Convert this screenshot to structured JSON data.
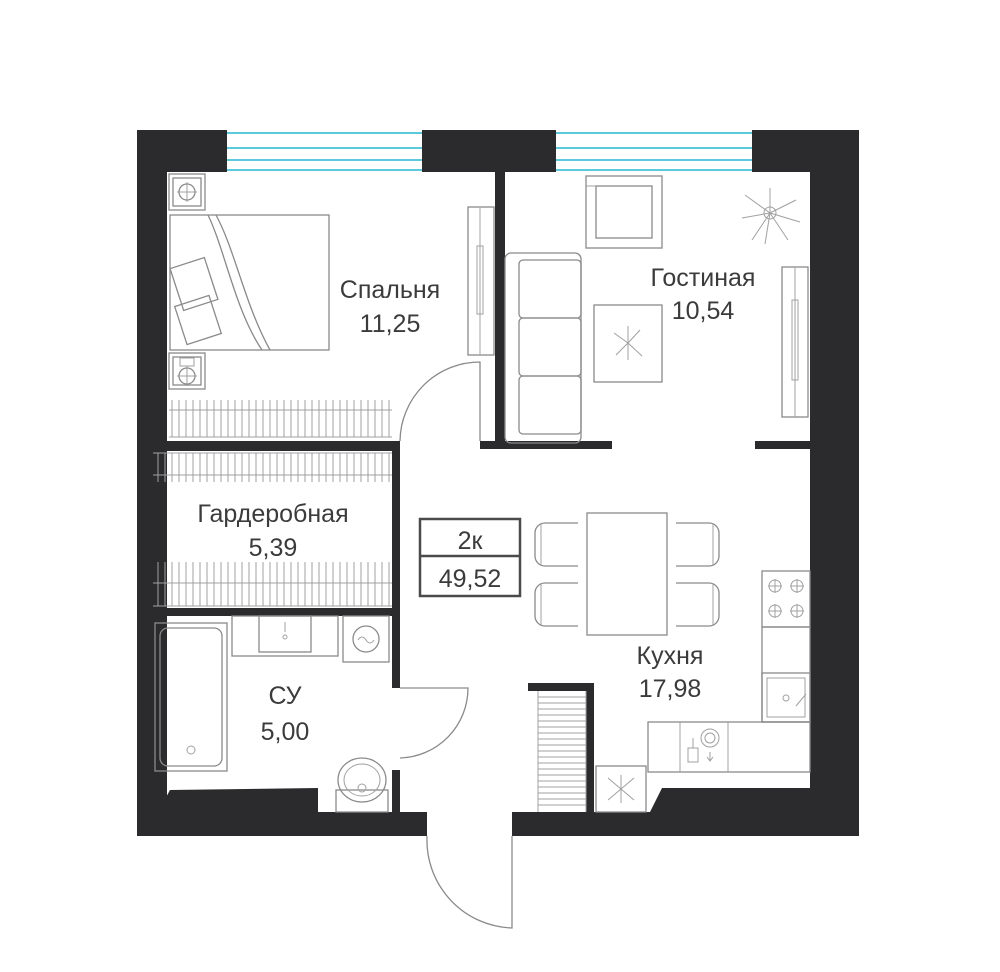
{
  "plan": {
    "rooms": [
      {
        "id": "bedroom",
        "name": "Спальня",
        "area": "11,25"
      },
      {
        "id": "living",
        "name": "Гостиная",
        "area": "10,54"
      },
      {
        "id": "wardrobe",
        "name": "Гардеробная",
        "area": "5,39"
      },
      {
        "id": "kitchen",
        "name": "Кухня",
        "area": "17,98"
      },
      {
        "id": "bathroom",
        "name": "СУ",
        "area": "5,00"
      }
    ],
    "summary": {
      "rooms_label": "2к",
      "total_area": "49,52"
    },
    "colors": {
      "wall": "#2b2b2d",
      "window_glass": "#27b7d0",
      "furniture_line": "#8a8a8a",
      "text": "#3b3b3b"
    }
  }
}
